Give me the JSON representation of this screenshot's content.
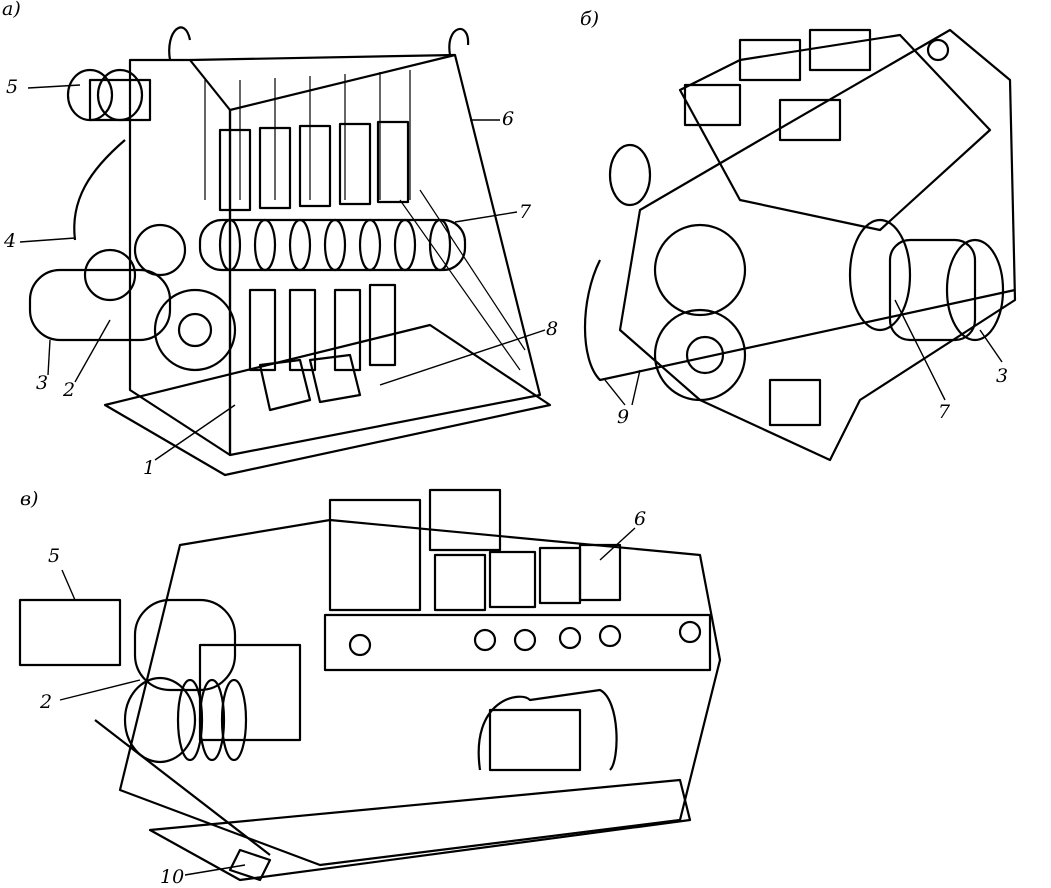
{
  "figures": [
    {
      "id": "a",
      "label": "а)",
      "callouts": [
        "5",
        "6",
        "4",
        "7",
        "3",
        "2",
        "8",
        "1"
      ]
    },
    {
      "id": "b",
      "label": "б)",
      "callouts": [
        "9",
        "7",
        "3"
      ]
    },
    {
      "id": "v",
      "label": "в)",
      "callouts": [
        "5",
        "6",
        "2",
        "10"
      ]
    }
  ]
}
